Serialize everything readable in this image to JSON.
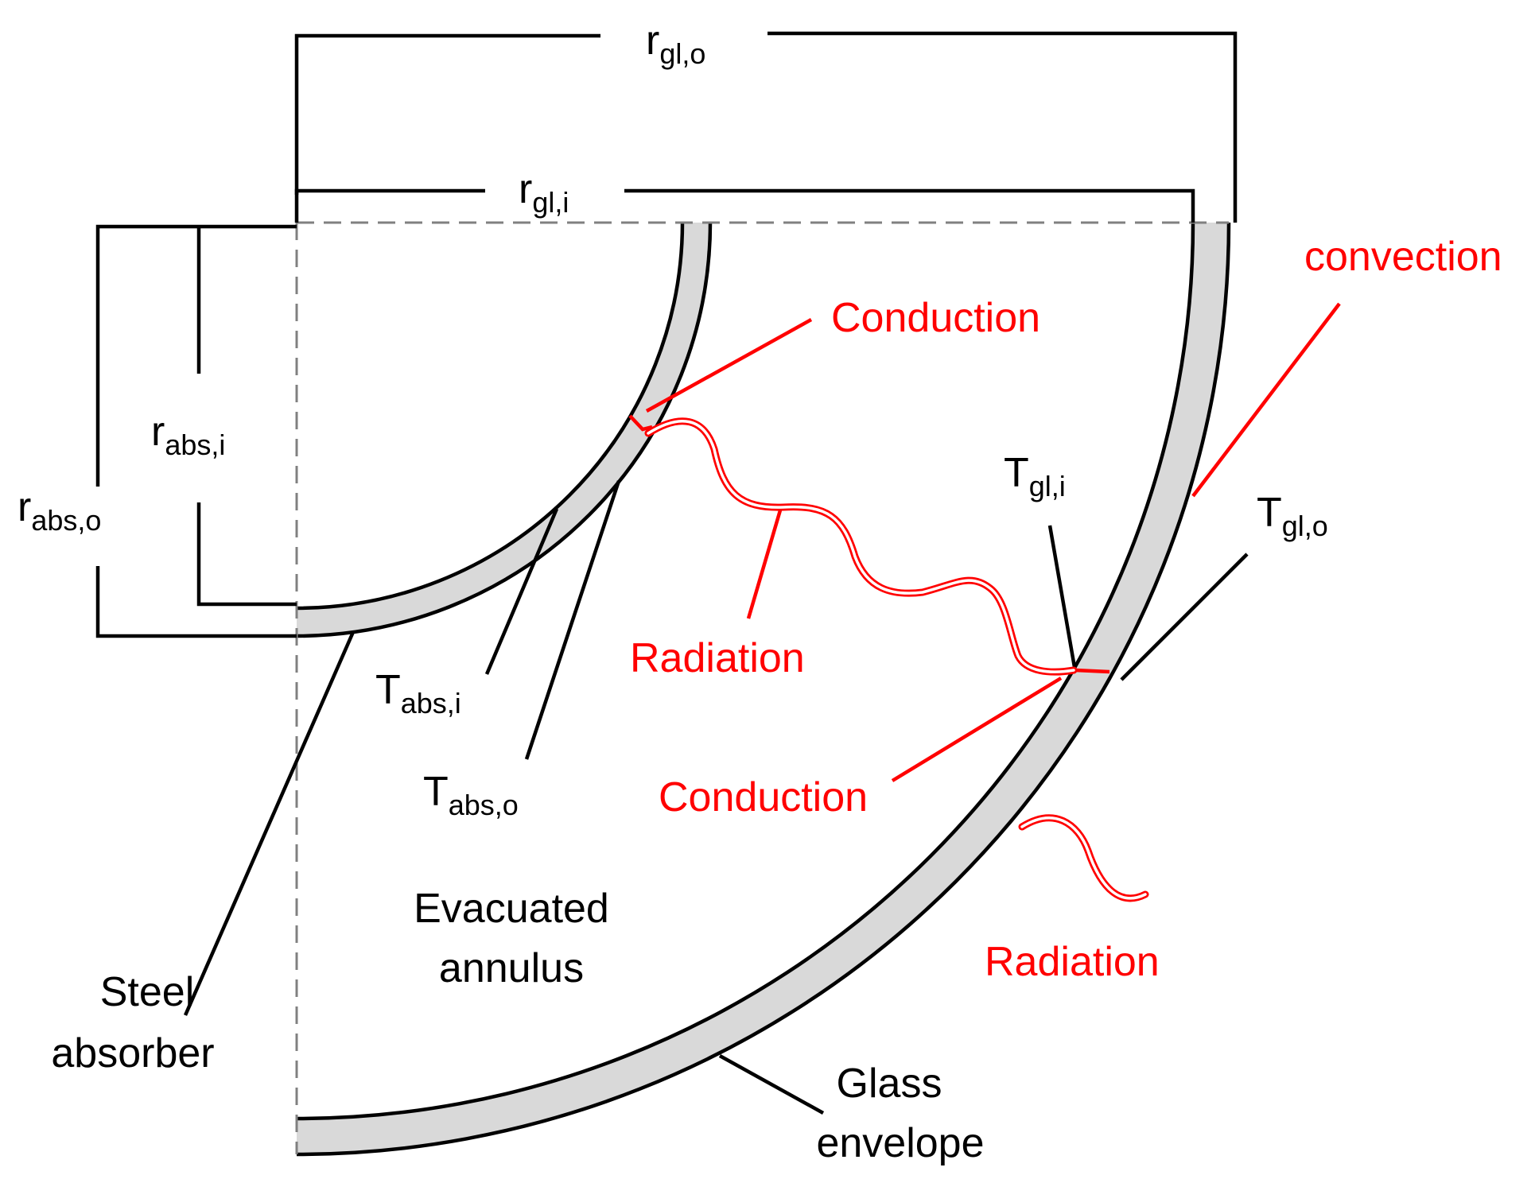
{
  "labels": {
    "r_gl_o": {
      "main": "r",
      "sub": "gl,o"
    },
    "r_gl_i": {
      "main": "r",
      "sub": "gl,i"
    },
    "r_abs_i": {
      "main": "r",
      "sub": "abs,i"
    },
    "r_abs_o": {
      "main": "r",
      "sub": "abs,o"
    },
    "T_abs_i": {
      "main": "T",
      "sub": "abs,i"
    },
    "T_abs_o": {
      "main": "T",
      "sub": "abs,o"
    },
    "T_gl_i": {
      "main": "T",
      "sub": "gl,i"
    },
    "T_gl_o": {
      "main": "T",
      "sub": "gl,o"
    },
    "conduction_top": "Conduction",
    "conduction_bottom": "Conduction",
    "radiation_inner": "Radiation",
    "radiation_outer": "Radiation",
    "convection": "convection",
    "evacuated_line1": "Evacuated",
    "evacuated_line2": "annulus",
    "steel_line1": "Steel",
    "steel_line2": "absorber",
    "glass_line1": "Glass",
    "glass_line2": "envelope"
  },
  "colors": {
    "heat_transfer": "#ff0000",
    "outline": "#000000",
    "wall_fill": "#d9d9d9",
    "axis_dash": "#808080"
  }
}
